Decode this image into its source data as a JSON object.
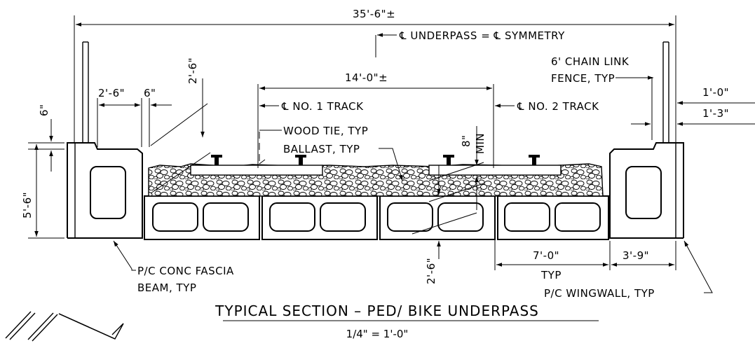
{
  "dimensions": {
    "overall_width": "35'-6\"±",
    "track_spacing": "14'-0\"±",
    "fascia_top": "2'-6\"",
    "fascia_gap": "6\"",
    "ballast_depth_top": "2'-6\"",
    "left_top_offset": "6\"",
    "left_height": "5'-6\"",
    "min_depth_value": "8\"",
    "min_depth_label": "MIN",
    "beam_depth": "2'-6\"",
    "box_width": "7'-0\"",
    "box_width_typ": "TYP",
    "wingwall_width": "3'-9\"",
    "right_offset_1": "1'-0\"",
    "right_offset_2": "1'-3\""
  },
  "labels": {
    "underpass_symmetry": "℄ UNDERPASS = ℄ SYMMETRY",
    "fence_line1": "6' CHAIN LINK",
    "fence_line2": "FENCE, TYP",
    "track1": "℄ NO. 1 TRACK",
    "track2": "℄ NO. 2 TRACK",
    "wood_tie": "WOOD TIE, TYP",
    "ballast": "BALLAST, TYP",
    "fascia_line1": "P/C CONC FASCIA",
    "fascia_line2": "BEAM, TYP",
    "wingwall": "P/C WINGWALL, TYP"
  },
  "title": {
    "main": "TYPICAL SECTION – PED/ BIKE UNDERPASS",
    "scale": "1/4\" = 1'-0\""
  }
}
